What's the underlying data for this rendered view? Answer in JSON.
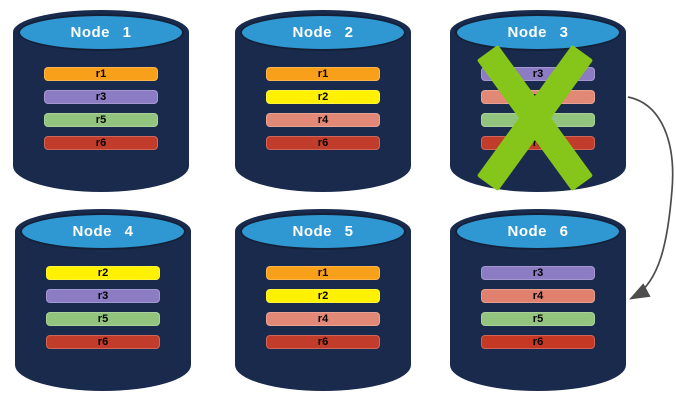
{
  "diagram": {
    "background": "#FFFFFF",
    "colors": {
      "cylinder_body": "#192A4C",
      "cylinder_top": "#2F98D3",
      "failure_x": "#86C61B",
      "arrow": "#4D4D4D"
    },
    "nodes": [
      {
        "title": "Node 1",
        "replicas": [
          {
            "label": "r1",
            "color": "#F9A01B"
          },
          {
            "label": "r3",
            "color": "#8C7CC3"
          },
          {
            "label": "r5",
            "color": "#93C47E"
          },
          {
            "label": "r6",
            "color": "#C13C2A"
          }
        ]
      },
      {
        "title": "Node 2",
        "replicas": [
          {
            "label": "r1",
            "color": "#F9A01B"
          },
          {
            "label": "r2",
            "color": "#FFF100"
          },
          {
            "label": "r4",
            "color": "#E18877"
          },
          {
            "label": "r6",
            "color": "#C13C2A"
          }
        ]
      },
      {
        "title": "Node 3",
        "failed": true,
        "replicas": [
          {
            "label": "r3",
            "color": "#8C7CC3"
          },
          {
            "label": "r4",
            "color": "#E18877"
          },
          {
            "label": "r5",
            "color": "#93C47E"
          },
          {
            "label": "r6",
            "color": "#C13C2A"
          }
        ]
      },
      {
        "title": "Node 4",
        "replicas": [
          {
            "label": "r2",
            "color": "#FFF100"
          },
          {
            "label": "r3",
            "color": "#8C7CC3"
          },
          {
            "label": "r5",
            "color": "#93C47E"
          },
          {
            "label": "r6",
            "color": "#C13C2A"
          }
        ]
      },
      {
        "title": "Node 5",
        "replicas": [
          {
            "label": "r1",
            "color": "#F9A01B"
          },
          {
            "label": "r2",
            "color": "#FFF100"
          },
          {
            "label": "r4",
            "color": "#E18877"
          },
          {
            "label": "r6",
            "color": "#C13C2A"
          }
        ]
      },
      {
        "title": "Node 6",
        "replicas": [
          {
            "label": "r3",
            "color": "#8C7CC3"
          },
          {
            "label": "r4",
            "color": "#E0816E"
          },
          {
            "label": "r5",
            "color": "#94C57F"
          },
          {
            "label": "r6",
            "color": "#C53824"
          }
        ]
      }
    ],
    "failure_mark": {
      "node": "Node 3",
      "color": "#86C61B"
    },
    "arrow": {
      "from": "Node 3",
      "to": "Node 6",
      "color": "#4D4D4D"
    }
  }
}
